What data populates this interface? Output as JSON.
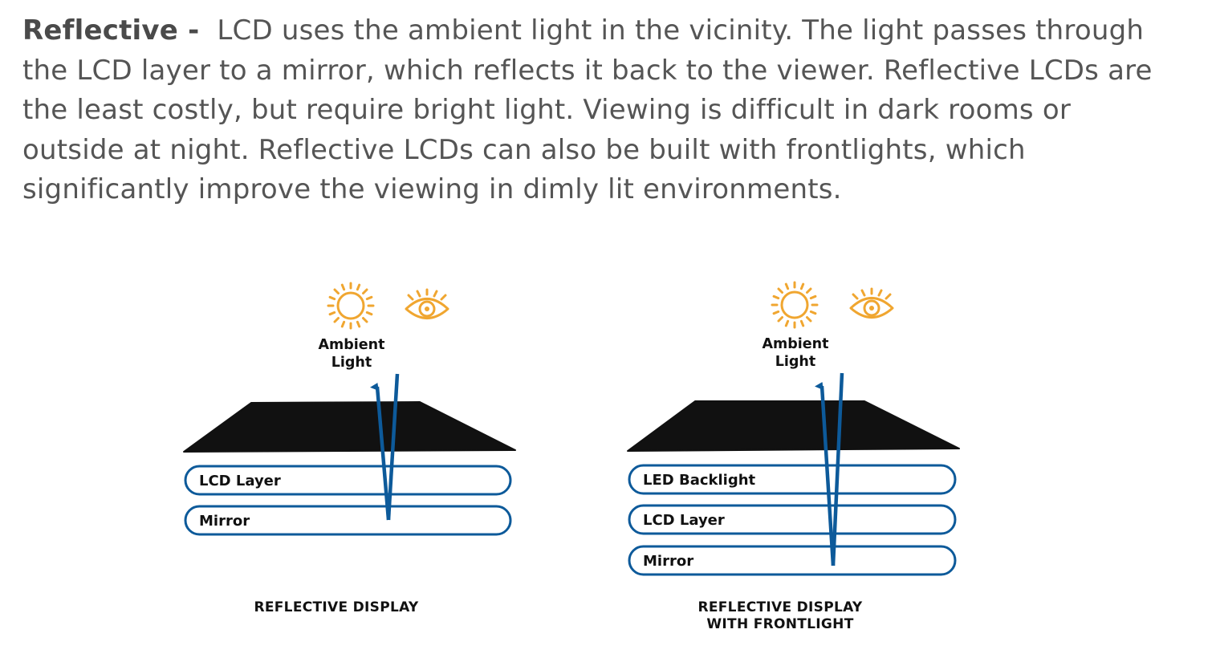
{
  "intro": {
    "lead": "Reflective -",
    "lines": [
      "LCD uses the ambient light in the vicinity. The light passes through",
      "the LCD layer to a mirror, which reflects it back to the viewer. Reflective LCDs are",
      "the least costly, but require bright light. Viewing is difficult in dark rooms or",
      "outside at night. Reflective LCDs can also be built with frontlights, which",
      "significantly improve the viewing in dimly lit environments."
    ]
  },
  "colors": {
    "text": "#555555",
    "accent_blue": "#0d5a9a",
    "icon_orange": "#f0a630",
    "panel": "#111111"
  },
  "diagrams": [
    {
      "ambient_line1": "Ambient",
      "ambient_line2": "Light",
      "layers": [
        "LCD Layer",
        "Mirror"
      ],
      "caption_line1": "REFLECTIVE DISPLAY",
      "caption_line2": ""
    },
    {
      "ambient_line1": "Ambient",
      "ambient_line2": "Light",
      "layers": [
        "LED Backlight",
        "LCD Layer",
        "Mirror"
      ],
      "caption_line1": "REFLECTIVE DISPLAY",
      "caption_line2": "WITH FRONTLIGHT"
    }
  ],
  "icons": [
    "sun-icon",
    "eye-icon"
  ]
}
